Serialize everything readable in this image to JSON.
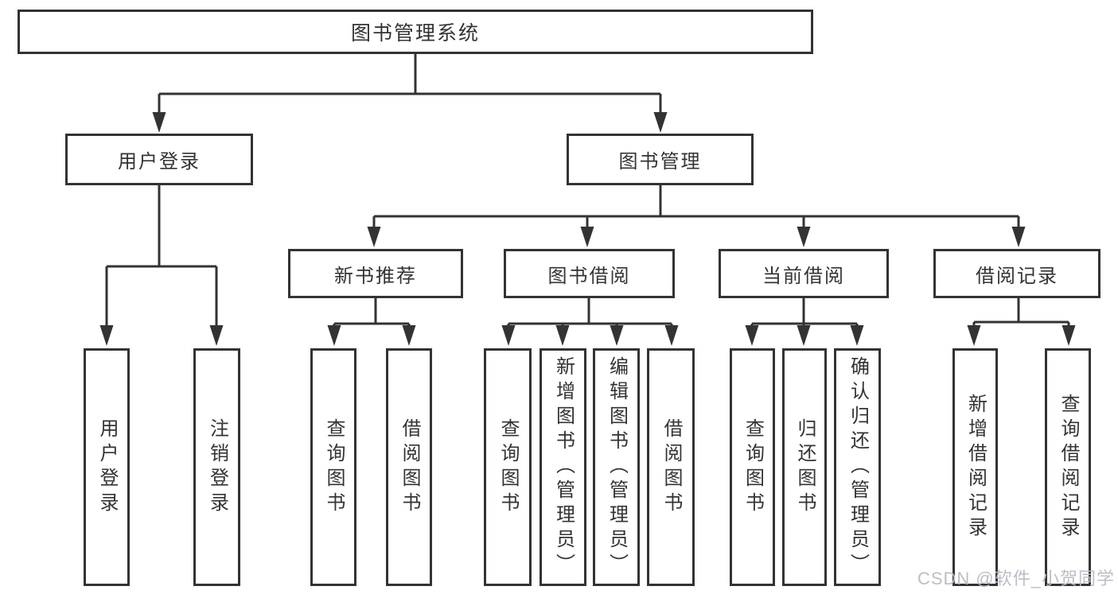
{
  "title_box": {
    "label": "图书管理系统"
  },
  "branches": {
    "user_login": {
      "label": "用户登录",
      "children": [
        {
          "label": "用户登录"
        },
        {
          "label": "注销登录"
        }
      ]
    },
    "book_management": {
      "label": "图书管理",
      "sections": [
        {
          "label": "新书推荐",
          "children": [
            {
              "label": "查询图书"
            },
            {
              "label": "借阅图书"
            }
          ]
        },
        {
          "label": "图书借阅",
          "children": [
            {
              "label": "查询图书"
            },
            {
              "label": "新增图书（管理员）"
            },
            {
              "label": "编辑图书（管理员）"
            },
            {
              "label": "借阅图书"
            }
          ]
        },
        {
          "label": "当前借阅",
          "children": [
            {
              "label": "查询图书"
            },
            {
              "label": "归还图书"
            },
            {
              "label": "确认归还（管理员）"
            }
          ]
        },
        {
          "label": "借阅记录",
          "children": [
            {
              "label": "新增借阅记录"
            },
            {
              "label": "查询借阅记录"
            }
          ]
        }
      ]
    }
  },
  "watermark": "CSDN @软件_小贺同学",
  "colors": {
    "line": "#333333",
    "text": "#333333",
    "box_background": "#ffffff",
    "watermark": "#b7bbc3"
  }
}
